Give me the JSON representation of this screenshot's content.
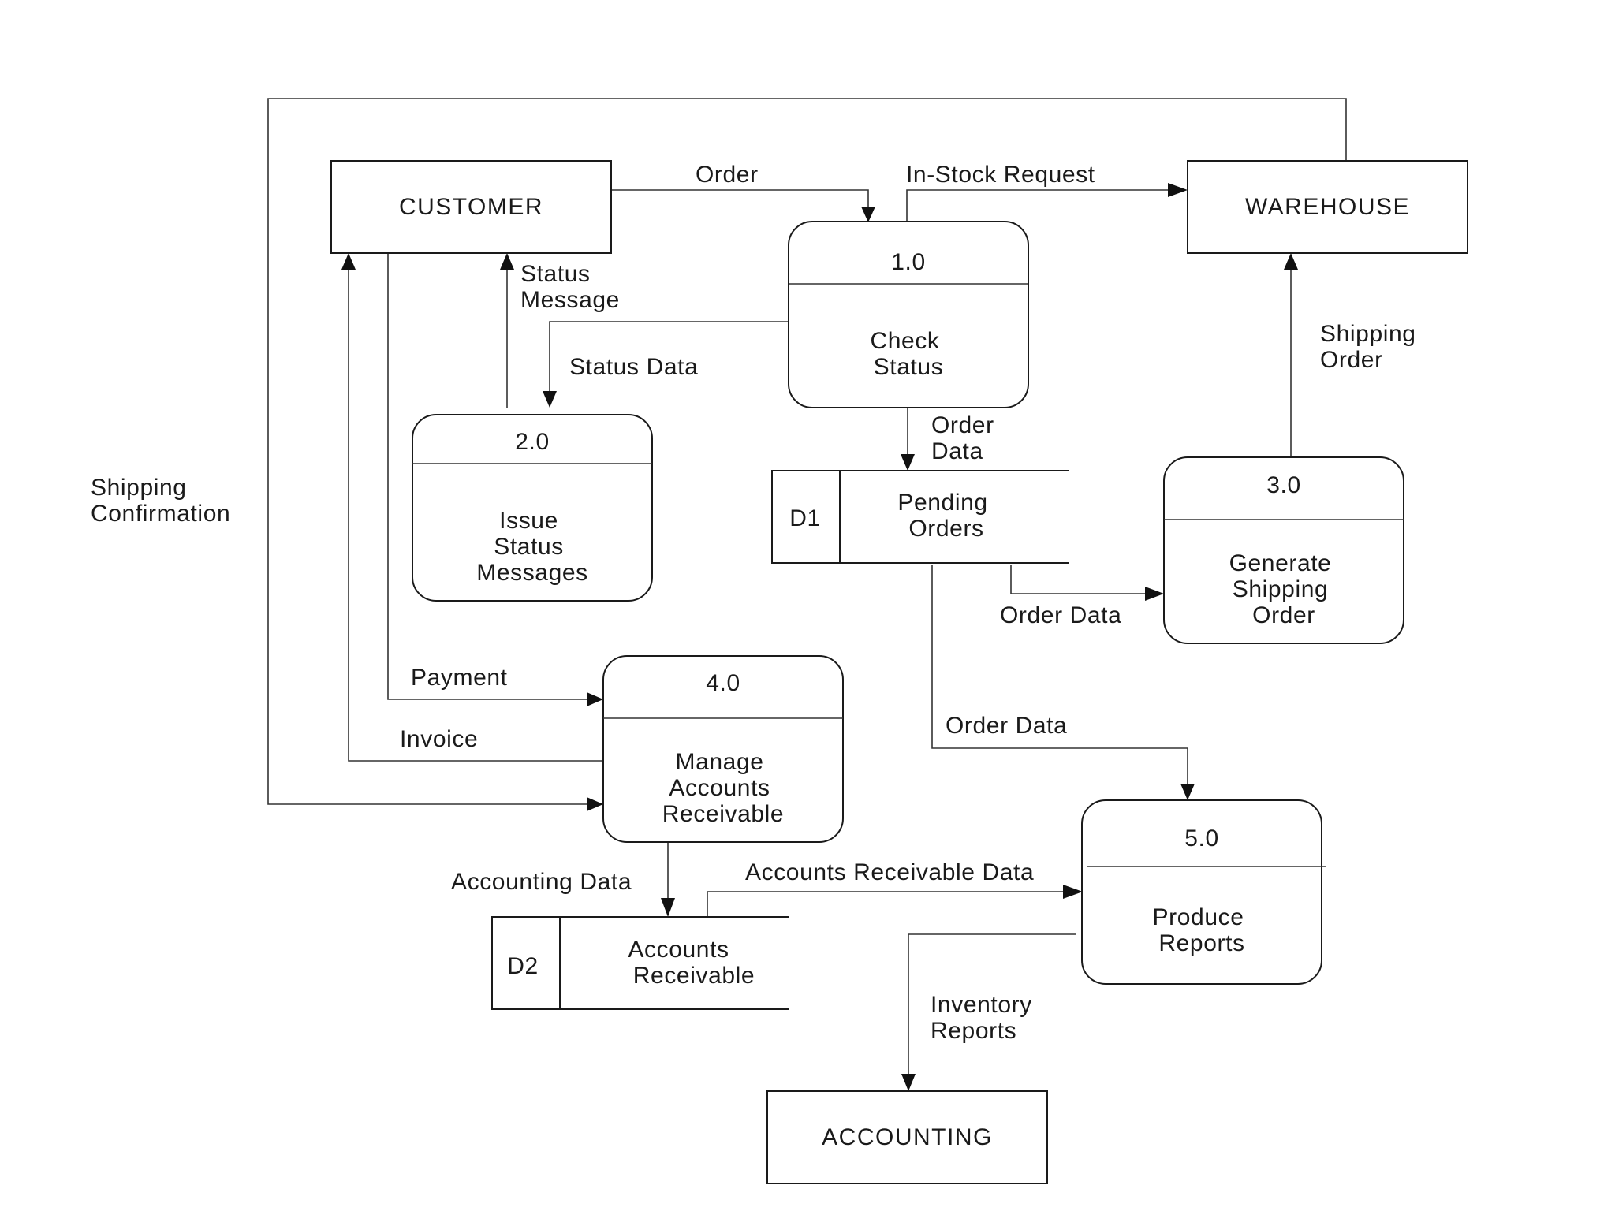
{
  "entities": {
    "customer": "CUSTOMER",
    "warehouse": "WAREHOUSE",
    "accounting": "ACCOUNTING"
  },
  "processes": {
    "p1": {
      "id": "1.0",
      "lines": [
        "Check",
        "Status"
      ]
    },
    "p2": {
      "id": "2.0",
      "lines": [
        "Issue",
        "Status",
        "Messages"
      ]
    },
    "p3": {
      "id": "3.0",
      "lines": [
        "Generate",
        "Shipping",
        "Order"
      ]
    },
    "p4": {
      "id": "4.0",
      "lines": [
        "Manage",
        "Accounts",
        "Receivable"
      ]
    },
    "p5": {
      "id": "5.0",
      "lines": [
        "Produce",
        "Reports"
      ]
    }
  },
  "stores": {
    "d1": {
      "id": "D1",
      "lines": [
        "Pending",
        "Orders"
      ]
    },
    "d2": {
      "id": "D2",
      "lines": [
        "Accounts",
        "Receivable"
      ]
    }
  },
  "flows": {
    "order": "Order",
    "in_stock_request": "In-Stock Request",
    "status_message": [
      "Status",
      "Message"
    ],
    "status_data": "Status Data",
    "shipping_order": [
      "Shipping",
      "Order"
    ],
    "order_data_d1": [
      "Order",
      "Data"
    ],
    "order_data_p3": "Order Data",
    "order_data_p5": "Order Data",
    "shipping_confirmation": [
      "Shipping",
      "Confirmation"
    ],
    "payment": "Payment",
    "invoice": "Invoice",
    "accounting_data": "Accounting Data",
    "ar_data": "Accounts Receivable Data",
    "inventory_reports": [
      "Inventory",
      "Reports"
    ]
  }
}
